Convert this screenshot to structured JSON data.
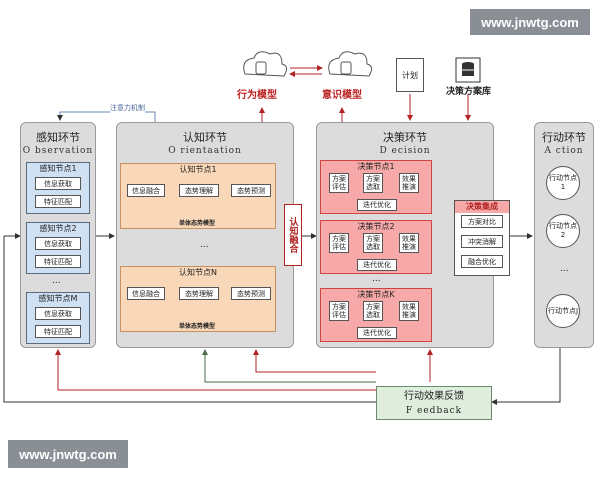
{
  "watermark_top": "www.jnwtg.com",
  "watermark_bottom": "www.jnwtg.com",
  "top": {
    "behavior_model": "行为模型",
    "cognition_model": "意识模型",
    "plan": "计划",
    "decision_lib": "决策方案库"
  },
  "attention": "注意力机制",
  "observe": {
    "title": "感知环节",
    "subtitle": "O bservation",
    "nodes": [
      {
        "label": "感知节点1",
        "items": [
          "信息获取",
          "特征匹配"
        ]
      },
      {
        "label": "感知节点2",
        "items": [
          "信息获取",
          "特征匹配"
        ]
      },
      {
        "label": "感知节点M",
        "items": [
          "信息获取",
          "特征匹配"
        ]
      }
    ],
    "ellipsis": "..."
  },
  "orient": {
    "title": "认知环节",
    "subtitle": "O rientaation",
    "nodes": [
      {
        "label": "认知节点1",
        "items": [
          "信息融合",
          "态势理解",
          "态势预测"
        ],
        "model": "单体态势模型"
      },
      {
        "label": "认知节点N",
        "items": [
          "信息融合",
          "态势理解",
          "态势预测"
        ],
        "model": "单体态势模型"
      }
    ],
    "ellipsis": "...",
    "fusion": "认知融合"
  },
  "decide": {
    "title": "决策环节",
    "subtitle": "D ecision",
    "nodes": [
      {
        "label": "决策节点1",
        "items": [
          "方案评估",
          "方案选取",
          "效果推演"
        ],
        "opt": "迭代优化"
      },
      {
        "label": "决策节点2",
        "items": [
          "方案评估",
          "方案选取",
          "效果推演"
        ],
        "opt": "迭代优化"
      },
      {
        "label": "决策节点K",
        "items": [
          "方案评估",
          "方案选取",
          "效果推演"
        ],
        "opt": "迭代优化"
      }
    ],
    "ellipsis": "...",
    "integration": {
      "title": "决策集成",
      "items": [
        "方案对比",
        "冲突消解",
        "融合优化"
      ]
    }
  },
  "act": {
    "title": "行动环节",
    "subtitle": "A ction",
    "nodes": [
      "行动节点1",
      "行动节点2",
      "行动节点J"
    ],
    "ellipsis": "..."
  },
  "feedback": {
    "title": "行动效果反馈",
    "subtitle": "F eedback"
  },
  "colors": {
    "red": "#b22222",
    "panel": "#dcdcdc",
    "observe_node": "#cfe0f2",
    "orient_node": "#f8d8b8",
    "decide_node": "#f7a9a9",
    "feedback": "#dfeedd"
  }
}
